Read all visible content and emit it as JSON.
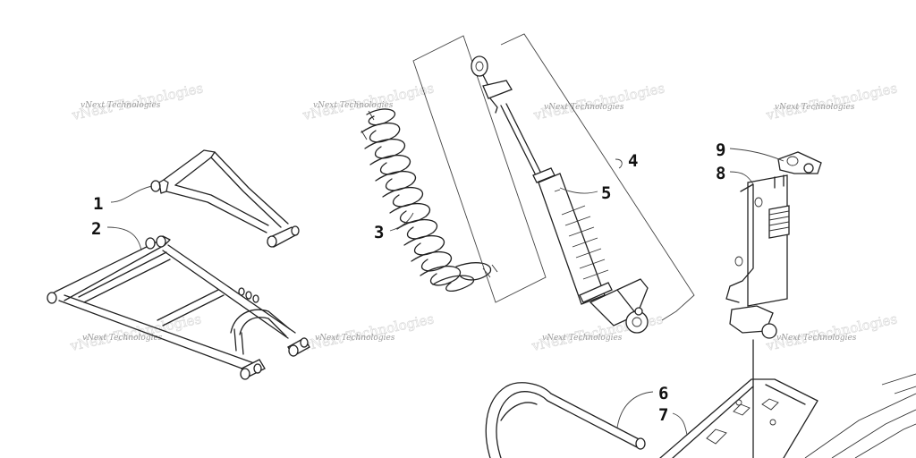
{
  "watermark": "vNext Technologies",
  "callouts": [
    "1",
    "2",
    "3",
    "4",
    "5",
    "6",
    "7",
    "8",
    "9"
  ]
}
